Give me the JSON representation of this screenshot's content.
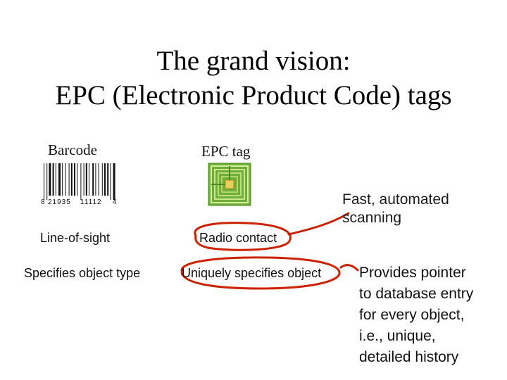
{
  "title": {
    "line1": "The grand vision:",
    "line2": "EPC (Electronic Product Code) tags"
  },
  "barcode": {
    "label": "Barcode",
    "digits_left": "8",
    "digits_group1": "21935",
    "digits_group2": "11112",
    "digits_right": "4",
    "property1": "Line-of-sight",
    "property2": "Specifies object type"
  },
  "epc": {
    "label": "EPC tag",
    "property1": "Radio contact",
    "property2": "Uniquely specifies object"
  },
  "annotations": {
    "scanning_line1": "Fast, automated",
    "scanning_line2": "scanning",
    "pointer_lines": [
      "Provides pointer",
      "to database entry",
      "for every object,",
      "i.e., unique,",
      "detailed history"
    ]
  },
  "colors": {
    "annotation": "#cc2200",
    "tag_green": "#6fae3a"
  }
}
